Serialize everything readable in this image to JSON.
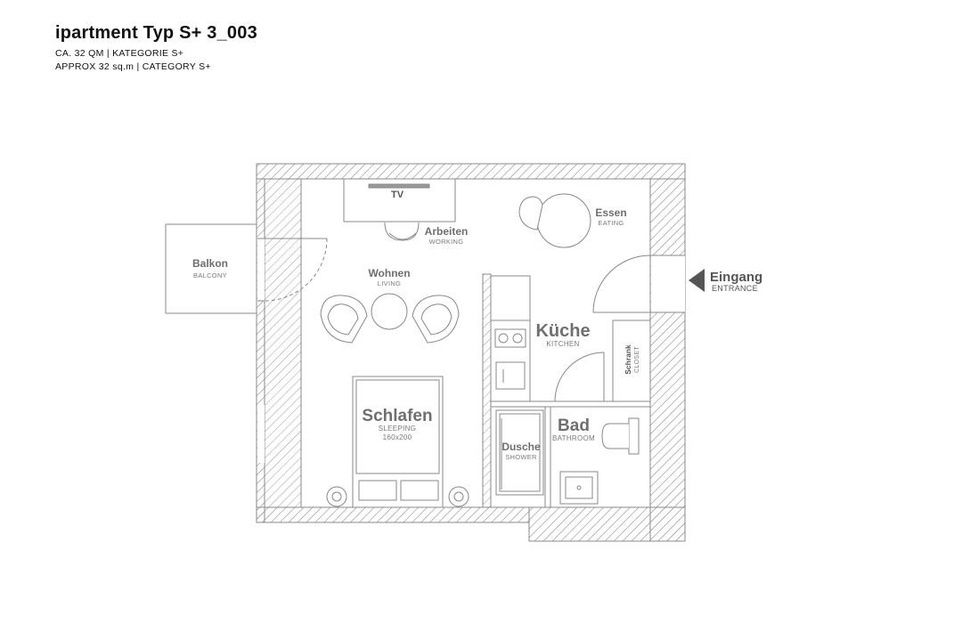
{
  "header": {
    "title": "ipartment Typ S+ 3_003",
    "line1": "CA. 32 QM | KATEGORIE S+",
    "line2": "APPROX 32 sq.m | CATEGORY S+"
  },
  "rooms": {
    "tv": {
      "label": "TV"
    },
    "arbeiten": {
      "label": "Arbeiten",
      "sub": "WORKING"
    },
    "essen": {
      "label": "Essen",
      "sub": "EATING"
    },
    "balkon": {
      "label": "Balkon",
      "sub": "BALCONY"
    },
    "wohnen": {
      "label": "Wohnen",
      "sub": "LIVING"
    },
    "kueche": {
      "label": "Küche",
      "sub": "KITCHEN"
    },
    "schrank": {
      "label": "Schrank",
      "sub": "CLOSET"
    },
    "eingang": {
      "label": "Eingang",
      "sub": "ENTRANCE"
    },
    "schlafen": {
      "label": "Schlafen",
      "sub": "SLEEPING",
      "size": "160x200"
    },
    "bad": {
      "label": "Bad",
      "sub": "BATHROOM"
    },
    "dusche": {
      "label": "Dusche",
      "sub": "SHOWER"
    }
  },
  "colors": {
    "wall": "#888888",
    "label": "#6f6f6f",
    "entrance_arrow": "#555555"
  }
}
